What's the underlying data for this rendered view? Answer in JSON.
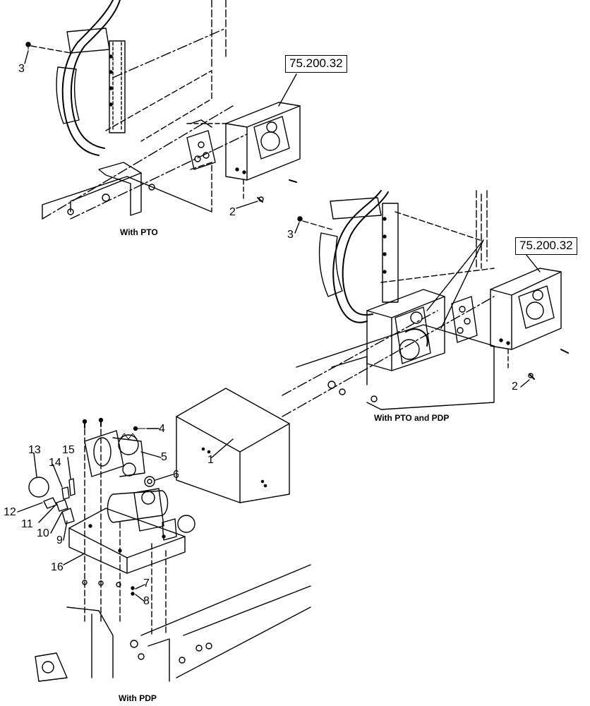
{
  "views": [
    {
      "caption": "With PTO",
      "reference": "75.200.32",
      "callouts": [
        "3",
        "2"
      ]
    },
    {
      "caption": "With PTO and PDP",
      "reference": "75.200.32",
      "callouts": [
        "3",
        "2"
      ]
    },
    {
      "caption": "With PDP",
      "callouts": [
        "13",
        "14",
        "15",
        "4",
        "5",
        "6",
        "1",
        "12",
        "11",
        "10",
        "9",
        "16",
        "7",
        "8"
      ]
    }
  ],
  "colors": {
    "line": "#000000",
    "background": "#ffffff"
  }
}
